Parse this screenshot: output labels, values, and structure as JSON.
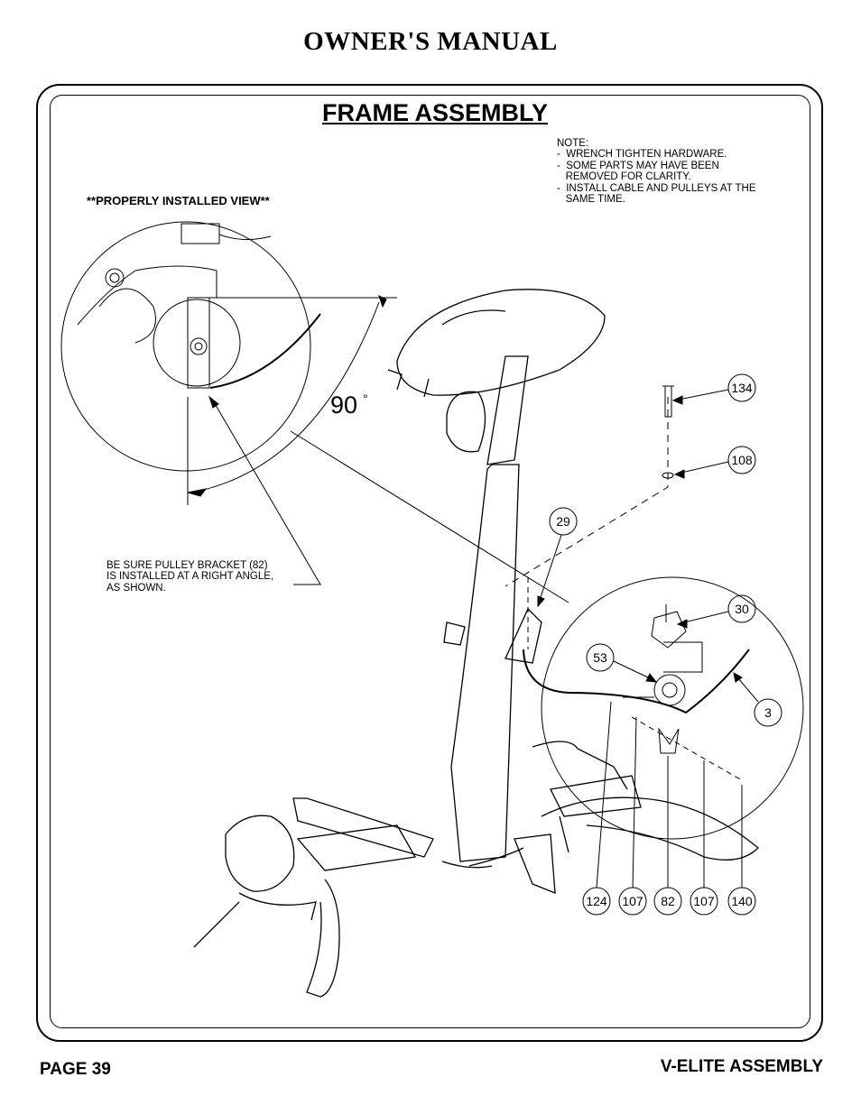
{
  "header": {
    "manual_title": "OWNER'S MANUAL"
  },
  "section": {
    "title": "FRAME ASSEMBLY"
  },
  "note": "NOTE:\n-  WRENCH TIGHTEN HARDWARE.\n-  SOME PARTS MAY HAVE BEEN\n   REMOVED FOR CLARITY.\n-  INSTALL CABLE AND PULLEYS AT THE\n   SAME TIME.",
  "detail": {
    "label": "**PROPERLY INSTALLED VIEW**",
    "angle_value": "90",
    "angle_unit": "°",
    "instruction": "BE SURE PULLEY BRACKET (82)\nIS INSTALLED AT A RIGHT ANGLE,\nAS SHOWN."
  },
  "callouts": {
    "p134": "134",
    "p108": "108",
    "p29": "29",
    "p30": "30",
    "p53": "53",
    "p3": "3",
    "p124": "124",
    "p107a": "107",
    "p82": "82",
    "p107b": "107",
    "p140": "140"
  },
  "footer": {
    "page": "PAGE 39",
    "section": "V-ELITE ASSEMBLY"
  }
}
